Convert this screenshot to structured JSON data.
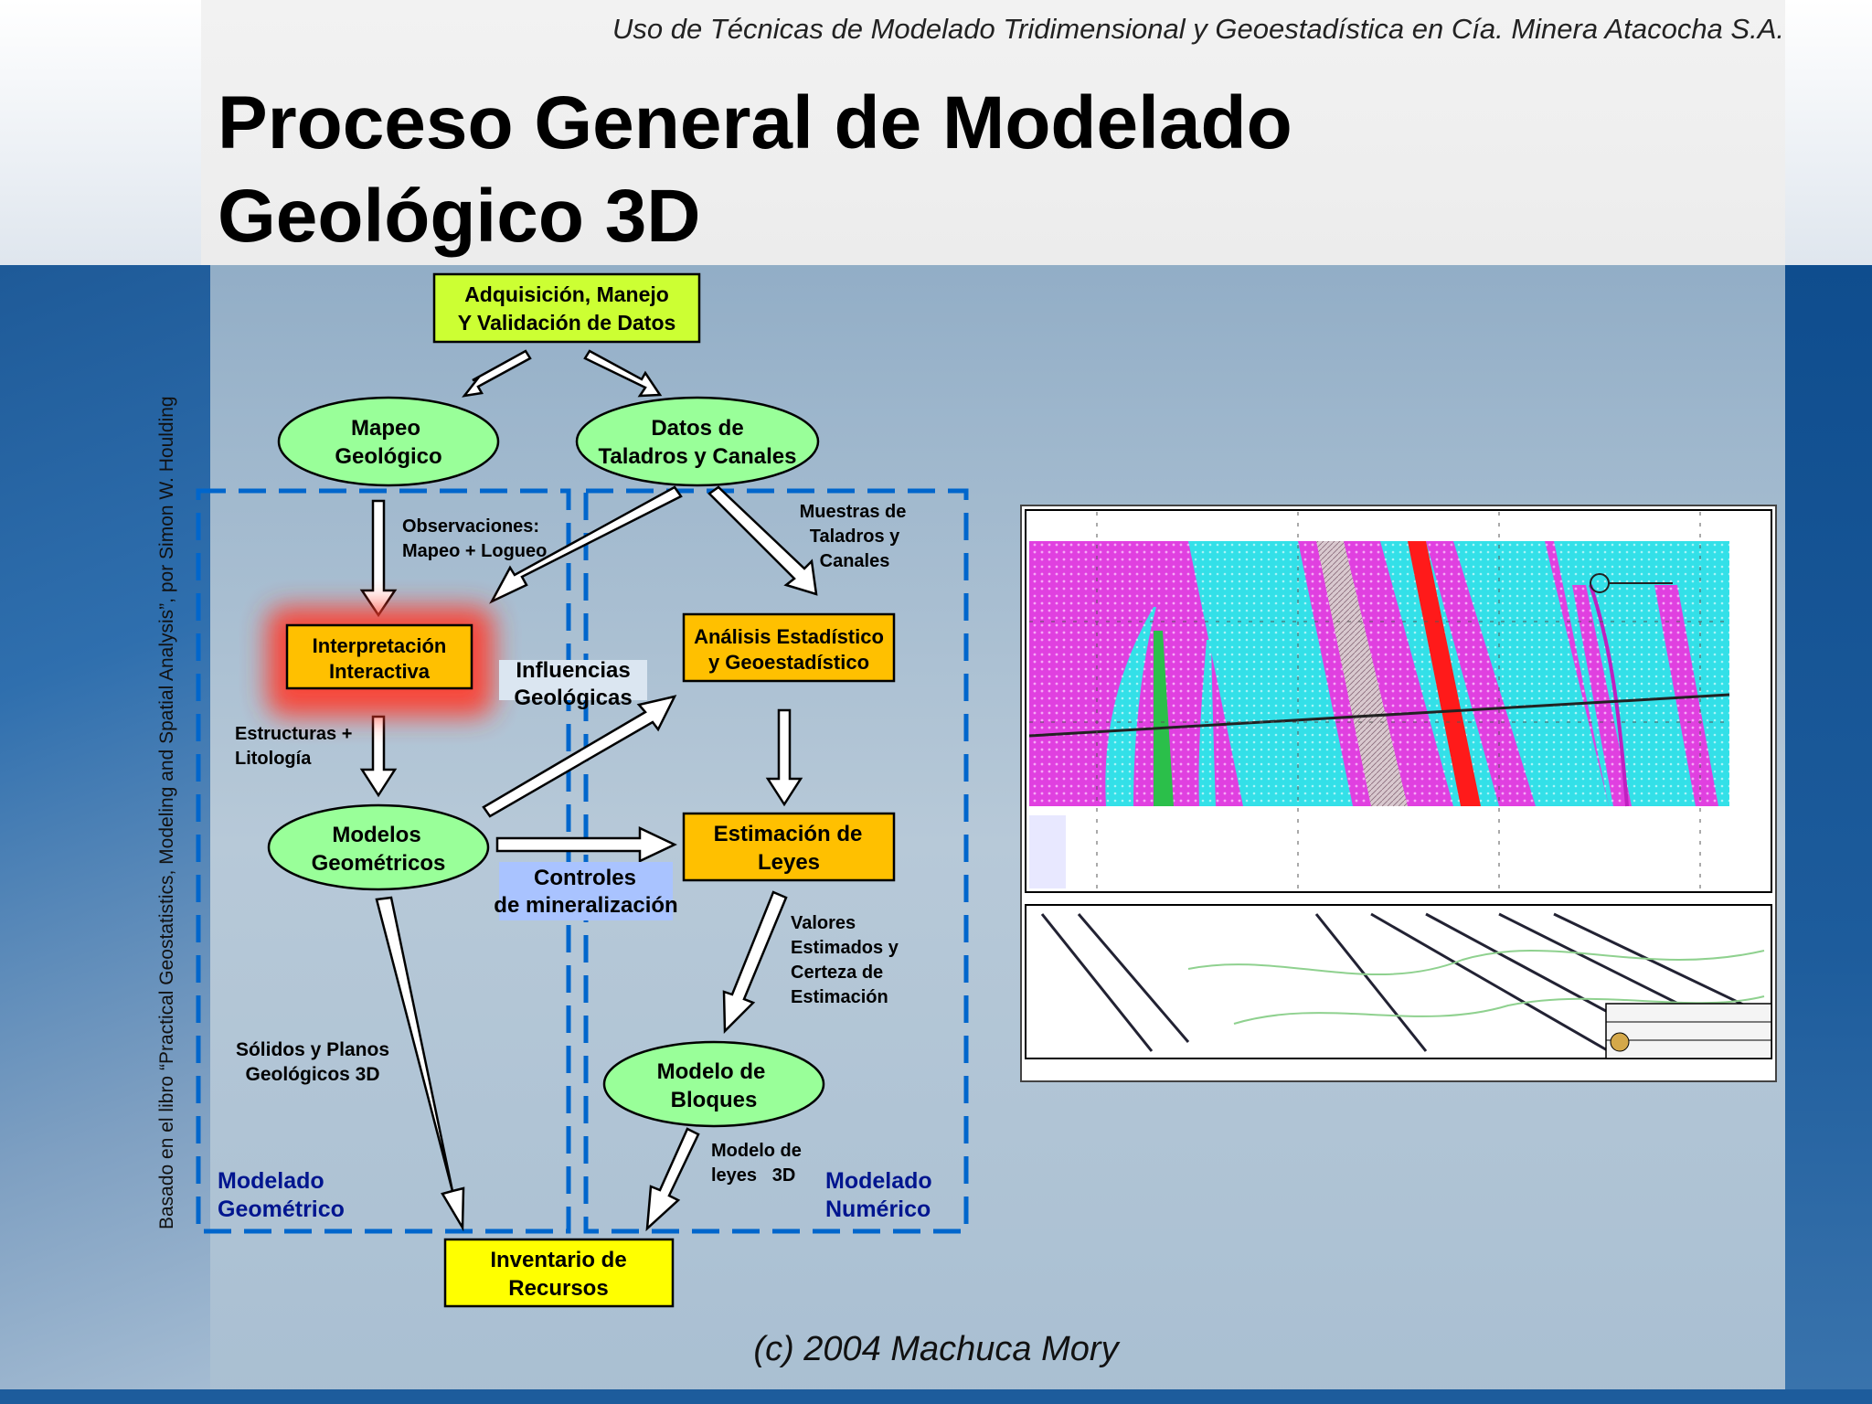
{
  "header": {
    "subtitle": "Uso de Técnicas de Modelado Tridimensional y Geoestadística en Cía. Minera Atacocha S.A.",
    "title_line1": "Proceso General de Modelado",
    "title_line2": "Geológico 3D"
  },
  "side_credit": "Basado en el libro “Practical Geostatistics, Modeling and Spatial Analysis”, por Simon W. Houlding",
  "footer": "(c) 2004 Machuca Mory",
  "nodes": {
    "adquisicion": [
      "Adquisición, Manejo",
      "Y Validación de Datos"
    ],
    "mapeo": [
      "Mapeo",
      "Geológico"
    ],
    "datos": [
      "Datos de",
      "Taladros y Canales"
    ],
    "interpretacion": [
      "Interpretación",
      "Interactiva"
    ],
    "analisis": [
      "Análisis Estadístico",
      "y Geoestadístico"
    ],
    "modelos": [
      "Modelos",
      "Geométricos"
    ],
    "estimacion": [
      "Estimación de",
      "Leyes"
    ],
    "bloques": [
      "Modelo de",
      "Bloques"
    ],
    "inventario": [
      "Inventario de",
      "Recursos"
    ]
  },
  "edge_labels": {
    "observaciones": [
      "Observaciones:",
      "Mapeo + Logueo"
    ],
    "muestras": [
      "Muestras de",
      "Taladros y",
      "Canales"
    ],
    "influencias": [
      "Influencias",
      "Geológicas"
    ],
    "estructuras": [
      "Estructuras +",
      "Litología"
    ],
    "controles": [
      "Controles",
      "de mineralización"
    ],
    "valores": [
      "Valores",
      "Estimados y",
      "Certeza de",
      "Estimación"
    ],
    "solidos": [
      "Sólidos y Planos",
      "Geológicos 3D"
    ],
    "modelo_leyes": [
      "Modelo de",
      "leyes   3D"
    ]
  },
  "groups": {
    "geometrico": [
      "Modelado",
      "Geométrico"
    ],
    "numerico": [
      "Modelado",
      "Numérico"
    ]
  },
  "colors": {
    "yellow_green": "#ccff33",
    "ellipse_green": "#99ff99",
    "orange": "#ffc000",
    "yellow": "#ffff00",
    "dash_blue": "#0066cc",
    "label_blue": "#00158f",
    "magenta": "#e040e0",
    "cyan": "#33e0e8"
  }
}
